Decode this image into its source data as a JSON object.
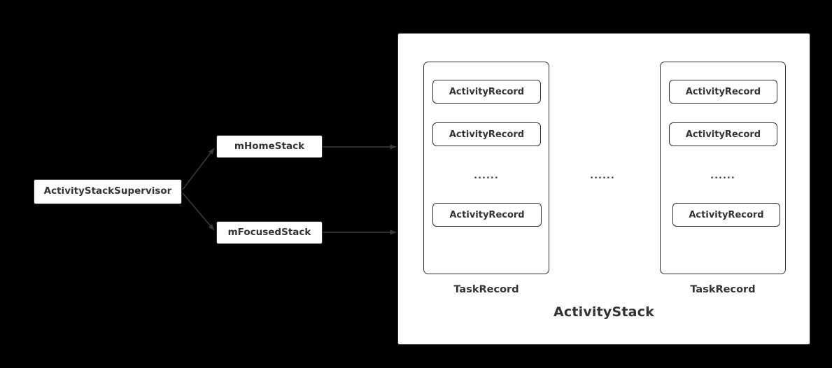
{
  "diagram": {
    "background_color": "#000000",
    "surface_color": "#ffffff",
    "stroke_color": "#2f2f2f",
    "text_color": "#333333",
    "supervisor": {
      "label": "ActivityStackSupervisor"
    },
    "stack_refs": [
      {
        "label": "mHomeStack"
      },
      {
        "label": "mFocusedStack"
      }
    ],
    "activity_stack": {
      "label": "ActivityStack",
      "between_panels_ellipsis": "......",
      "task_records": [
        {
          "title": "TaskRecord",
          "ellipsis": "......",
          "activity_records": [
            {
              "label": "ActivityRecord"
            },
            {
              "label": "ActivityRecord"
            },
            {
              "label": "ActivityRecord"
            }
          ]
        },
        {
          "title": "TaskRecord",
          "ellipsis": "......",
          "activity_records": [
            {
              "label": "ActivityRecord"
            },
            {
              "label": "ActivityRecord"
            },
            {
              "label": "ActivityRecord"
            }
          ]
        }
      ]
    }
  }
}
